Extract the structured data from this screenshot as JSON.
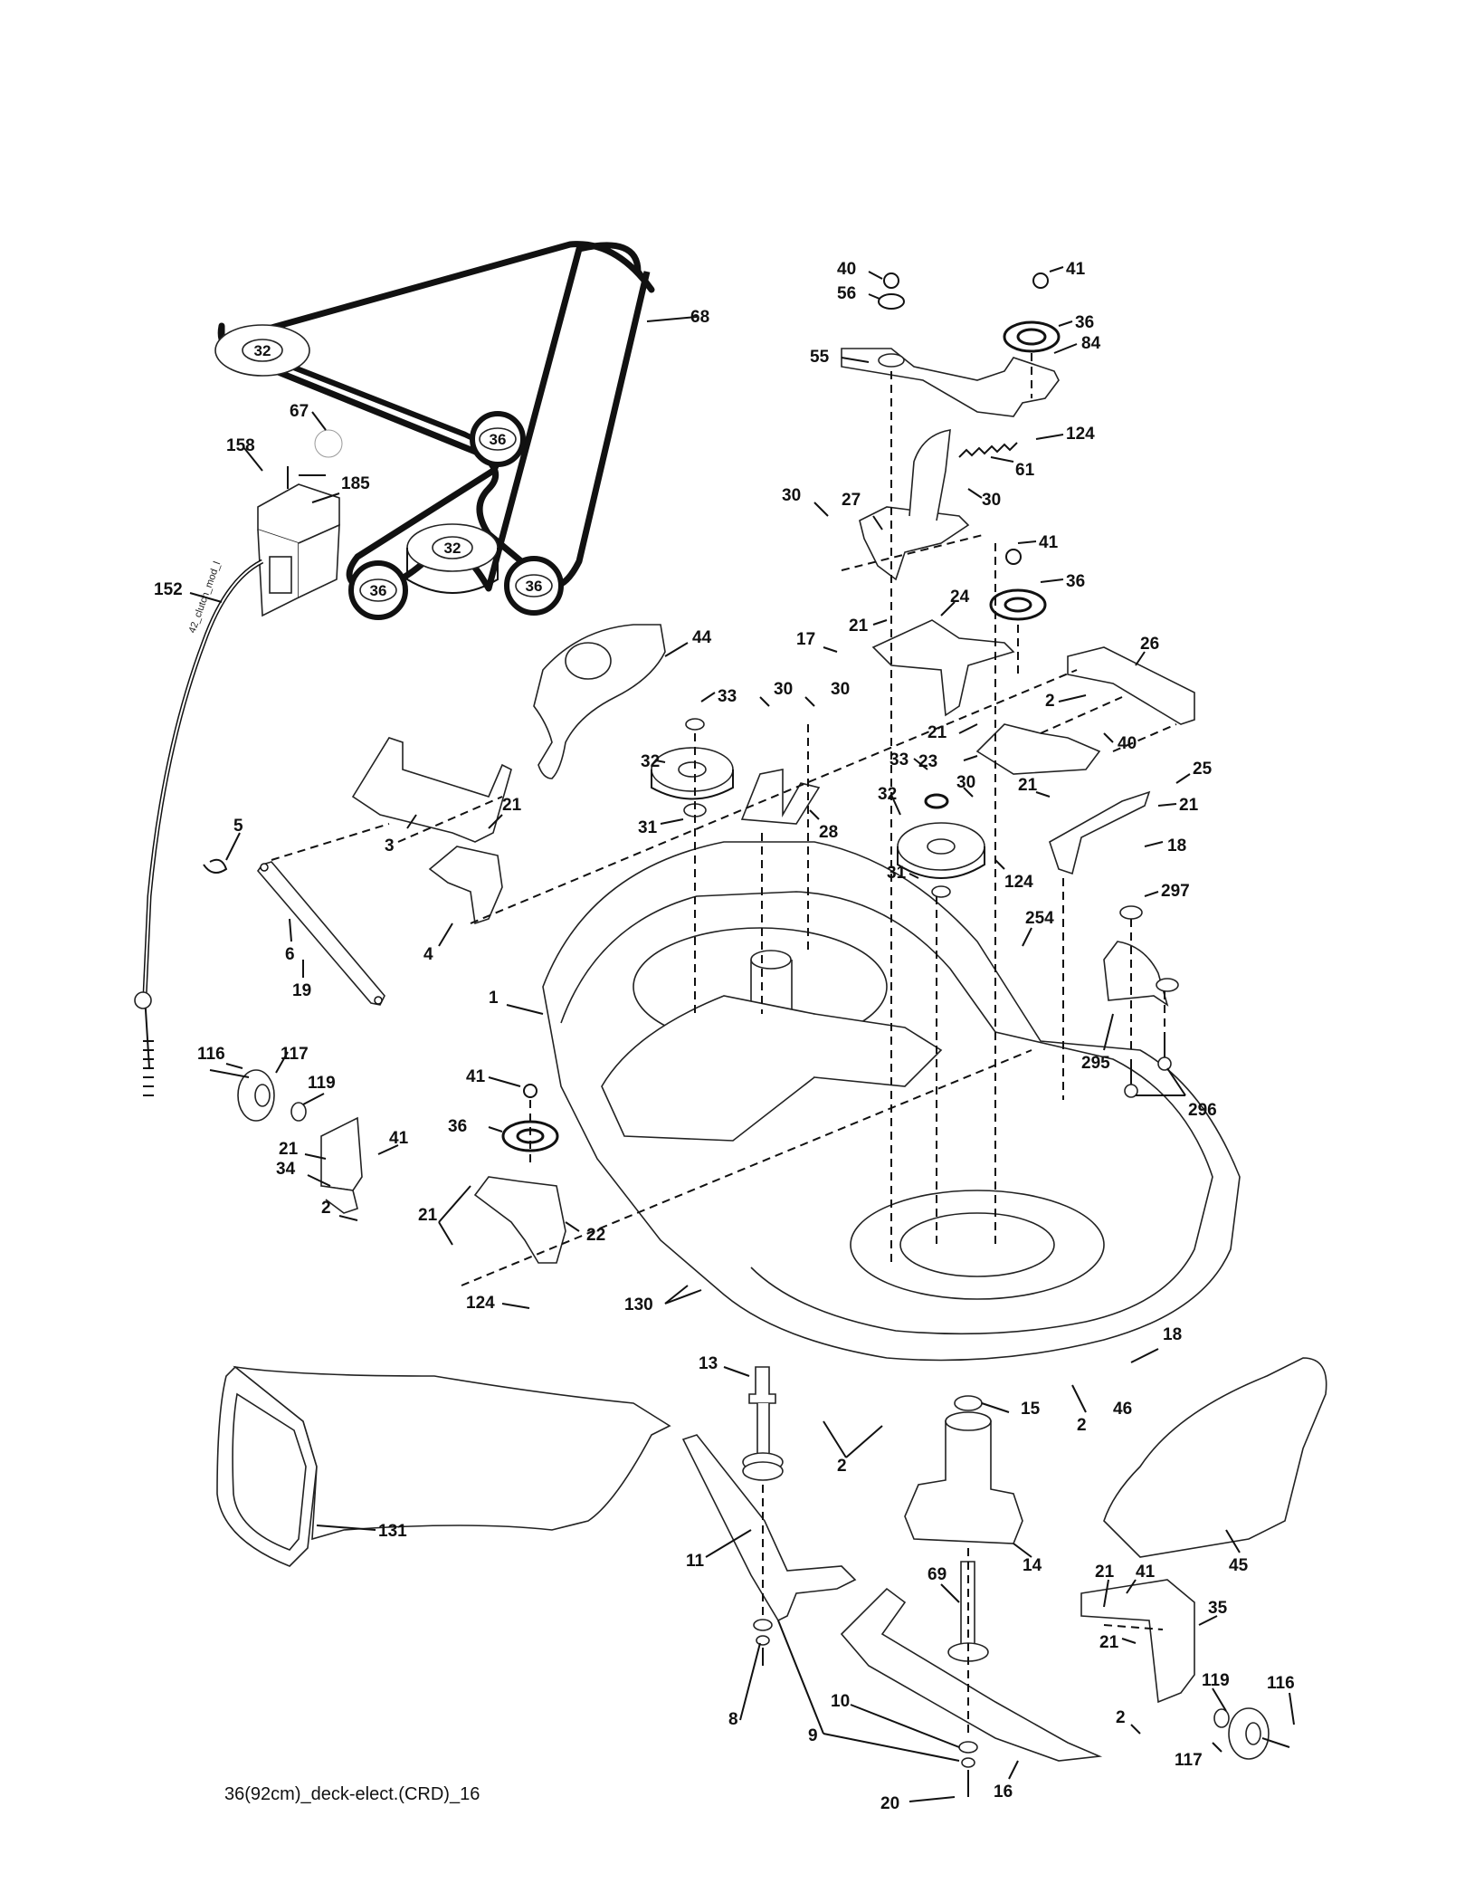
{
  "caption": "36(92cm)_deck-elect.(CRD)_16",
  "cable_text": "42_clutch_mod_l",
  "pulley_labels": {
    "p32_top": "32",
    "p36_a": "36",
    "p32_mid": "32",
    "p36_b": "36",
    "p36_c": "36"
  },
  "callouts": {
    "c68": "68",
    "c67": "67",
    "c158": "158",
    "c185": "185",
    "c152": "152",
    "c40a": "40",
    "c56": "56",
    "c41a": "41",
    "c36a": "36",
    "c84": "84",
    "c55": "55",
    "c124a": "124",
    "c61": "61",
    "c30a": "30",
    "c27": "27",
    "c30b": "30",
    "c41b": "41",
    "c36b": "36",
    "c24": "24",
    "c17": "17",
    "c21a": "21",
    "c26": "26",
    "c2a": "2",
    "c21b": "21",
    "c40b": "40",
    "c23": "23",
    "c25": "25",
    "c21c": "21",
    "c21d": "21",
    "c18a": "18",
    "c44": "44",
    "c33a": "33",
    "c30c": "30",
    "c30d": "30",
    "c32a": "32",
    "c31a": "31",
    "c28": "28",
    "c33b": "33",
    "c32b": "32",
    "c30e": "30",
    "c124b": "124",
    "c31b": "31",
    "c5": "5",
    "c3": "3",
    "c21e": "21",
    "c6": "6",
    "c4": "4",
    "c19": "19",
    "c1": "1",
    "c254": "254",
    "c297": "297",
    "c295": "295",
    "c296": "296",
    "c116a": "116",
    "c117a": "117",
    "c119a": "119",
    "c21f": "21",
    "c41c": "41",
    "c34": "34",
    "c2b": "2",
    "c41d": "41",
    "c36c": "36",
    "c21g": "21",
    "c22": "22",
    "c124c": "124",
    "c130": "130",
    "c13": "13",
    "c15": "15",
    "c2c": "2",
    "c18b": "18",
    "c2d": "2",
    "c46": "46",
    "c131": "131",
    "c11": "11",
    "c14": "14",
    "c45": "45",
    "c69": "69",
    "c21h": "21",
    "c41e": "41",
    "c35": "35",
    "c21i": "21",
    "c119b": "119",
    "c116b": "116",
    "c2e": "2",
    "c117b": "117",
    "c8": "8",
    "c9": "9",
    "c10": "10",
    "c20": "20",
    "c16": "16"
  }
}
